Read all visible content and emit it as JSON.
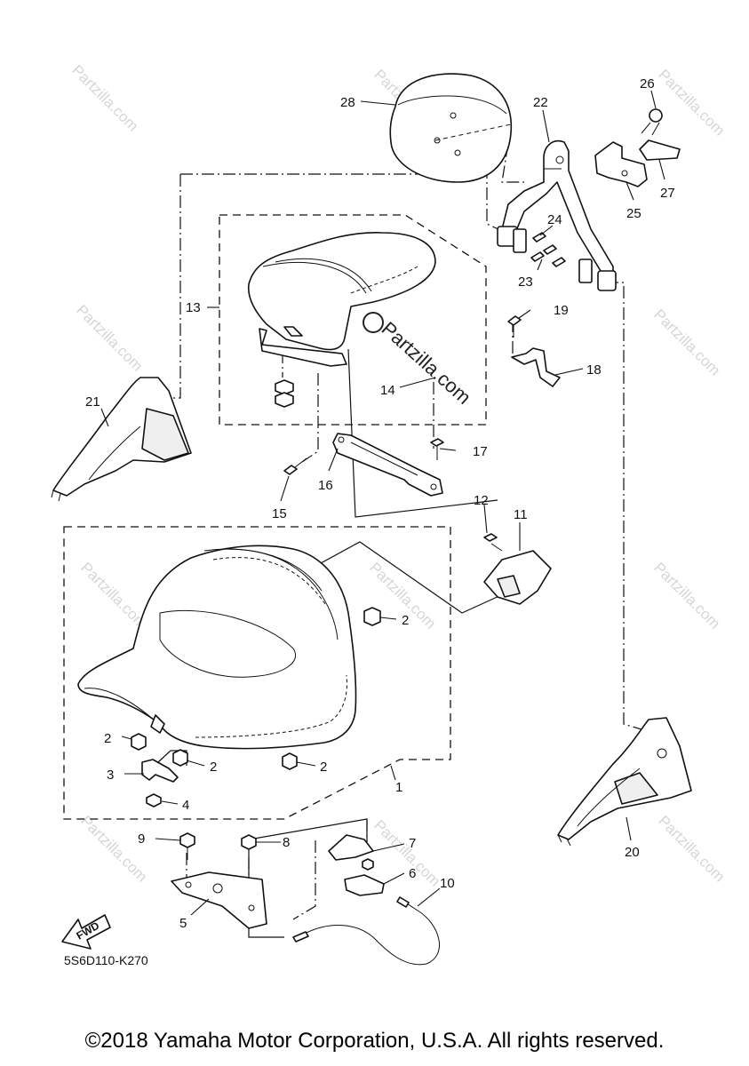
{
  "diagram_code": "5S6D110-K270",
  "fwd_label": "FWD",
  "watermark": "Partzilla.com",
  "watermark_center": "Partzilla.com",
  "copyright": "©2018 Yamaha Motor Corporation, U.S.A. All rights reserved.",
  "callouts": {
    "c1": "1",
    "c2a": "2",
    "c2b": "2",
    "c2c": "2",
    "c2d": "2",
    "c3": "3",
    "c4": "4",
    "c5": "5",
    "c6": "6",
    "c7": "7",
    "c8": "8",
    "c9": "9",
    "c10": "10",
    "c11": "11",
    "c12": "12",
    "c13": "13",
    "c14": "14",
    "c15": "15",
    "c16": "16",
    "c17": "17",
    "c18": "18",
    "c19": "19",
    "c20": "20",
    "c21": "21",
    "c22": "22",
    "c23": "23",
    "c24": "24",
    "c25": "25",
    "c26": "26",
    "c27": "27",
    "c28": "28"
  }
}
